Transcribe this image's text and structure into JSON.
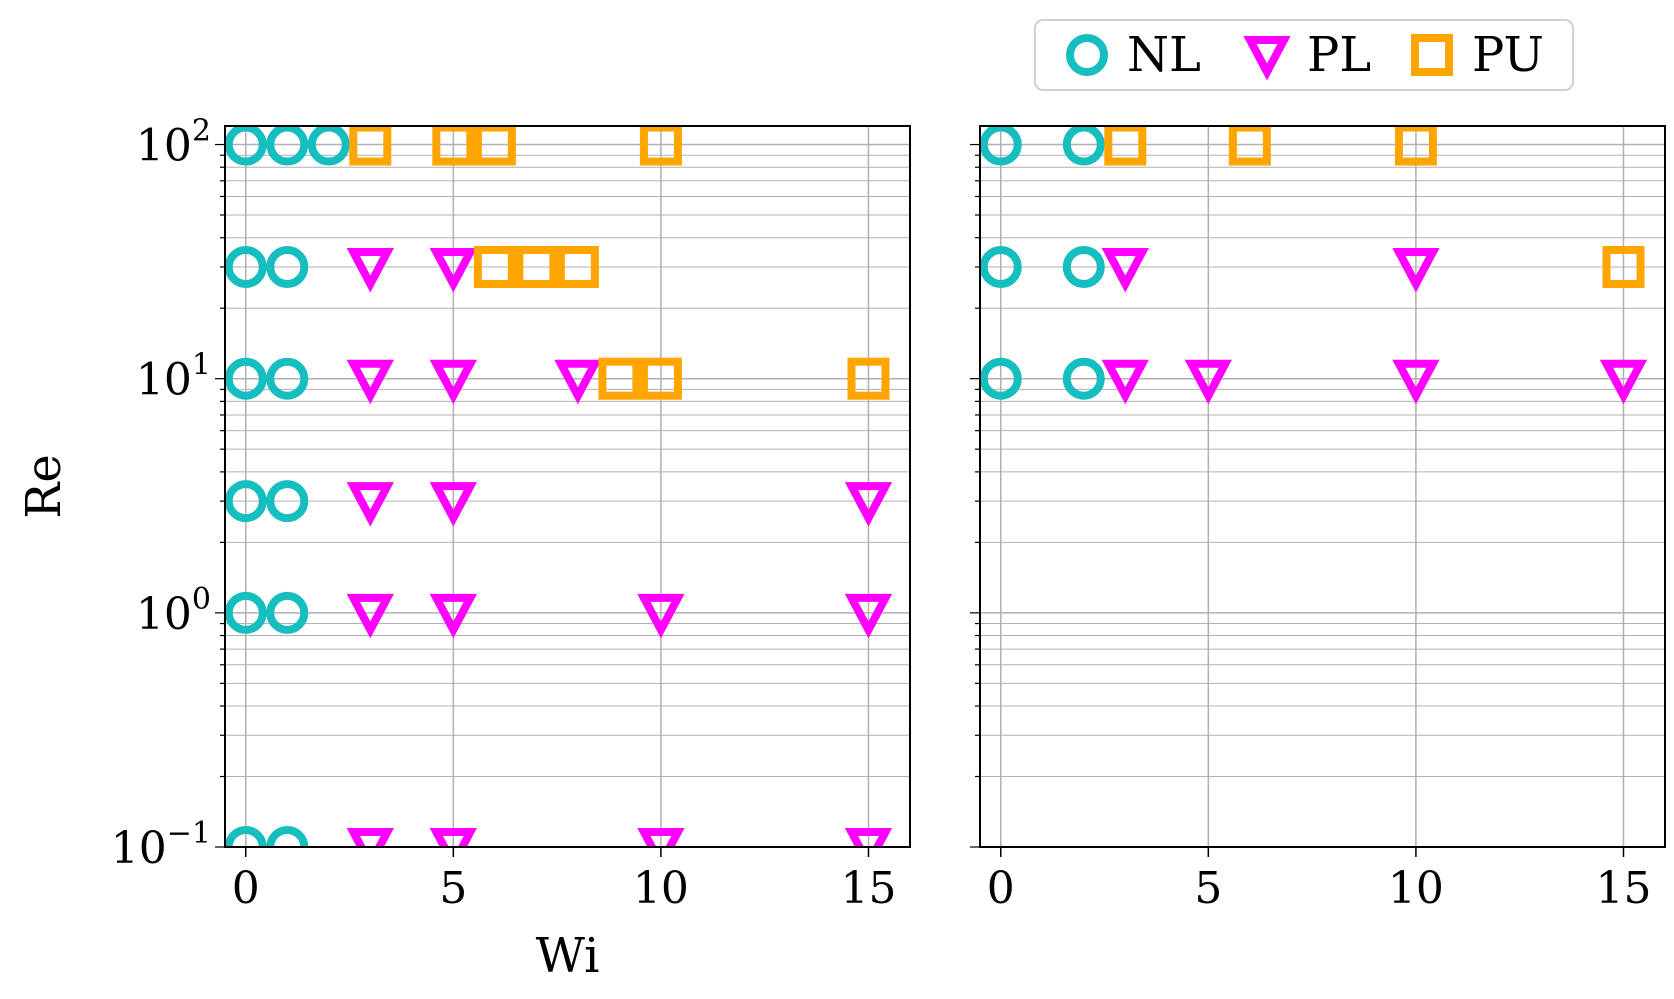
{
  "colors": {
    "NL": "#17BEBF",
    "PL": "#FF00FF",
    "PU": "#FFA500",
    "grid": "#B0B0B0",
    "axis": "#000000"
  },
  "legend": {
    "placement": "top-right",
    "entries": [
      {
        "key": "NL",
        "label": "NL",
        "marker": "circle-icon"
      },
      {
        "key": "PL",
        "label": "PL",
        "marker": "triangle-down-icon"
      },
      {
        "key": "PU",
        "label": "PU",
        "marker": "square-icon"
      }
    ]
  },
  "chart_data": [
    {
      "type": "scatter",
      "xlabel": "Wi",
      "ylabel": "Re",
      "xlim": [
        -0.5,
        16
      ],
      "ylim": [
        0.1,
        120
      ],
      "yscale": "log",
      "grid": true,
      "xticks": [
        0,
        5,
        10,
        15
      ],
      "xtick_labels": [
        "0",
        "5",
        "10",
        "15"
      ],
      "yticks": [
        0.1,
        1,
        10,
        100
      ],
      "ytick_labels": [
        {
          "base": "10",
          "exp": "−1"
        },
        {
          "base": "10",
          "exp": "0"
        },
        {
          "base": "10",
          "exp": "1"
        },
        {
          "base": "10",
          "exp": "2"
        }
      ],
      "series": [
        {
          "name": "NL",
          "marker": "circle",
          "points": [
            [
              0,
              100
            ],
            [
              1,
              100
            ],
            [
              2,
              100
            ],
            [
              0,
              30
            ],
            [
              1,
              30
            ],
            [
              0,
              10
            ],
            [
              1,
              10
            ],
            [
              0,
              3
            ],
            [
              1,
              3
            ],
            [
              0,
              1
            ],
            [
              1,
              1
            ],
            [
              0,
              0.1
            ],
            [
              1,
              0.1
            ]
          ]
        },
        {
          "name": "PL",
          "marker": "triangle-down",
          "points": [
            [
              3,
              30
            ],
            [
              5,
              30
            ],
            [
              3,
              10
            ],
            [
              5,
              10
            ],
            [
              8,
              10
            ],
            [
              3,
              3
            ],
            [
              5,
              3
            ],
            [
              15,
              3
            ],
            [
              3,
              1
            ],
            [
              5,
              1
            ],
            [
              10,
              1
            ],
            [
              15,
              1
            ],
            [
              3,
              0.1
            ],
            [
              5,
              0.1
            ],
            [
              10,
              0.1
            ],
            [
              15,
              0.1
            ]
          ]
        },
        {
          "name": "PU",
          "marker": "square",
          "points": [
            [
              3,
              100
            ],
            [
              5,
              100
            ],
            [
              6,
              100
            ],
            [
              10,
              100
            ],
            [
              6,
              30
            ],
            [
              7,
              30
            ],
            [
              8,
              30
            ],
            [
              9,
              10
            ],
            [
              10,
              10
            ],
            [
              15,
              10
            ]
          ]
        }
      ]
    },
    {
      "type": "scatter",
      "xlabel": "",
      "ylabel": "",
      "xlim": [
        -0.5,
        16
      ],
      "ylim": [
        0.1,
        120
      ],
      "yscale": "log",
      "grid": true,
      "xticks": [
        0,
        5,
        10,
        15
      ],
      "xtick_labels": [
        "0",
        "5",
        "10",
        "15"
      ],
      "yticks": [
        0.1,
        1,
        10,
        100
      ],
      "ytick_labels": [],
      "series": [
        {
          "name": "NL",
          "marker": "circle",
          "points": [
            [
              0,
              100
            ],
            [
              2,
              100
            ],
            [
              0,
              30
            ],
            [
              2,
              30
            ],
            [
              0,
              10
            ],
            [
              2,
              10
            ]
          ]
        },
        {
          "name": "PL",
          "marker": "triangle-down",
          "points": [
            [
              3,
              30
            ],
            [
              10,
              30
            ],
            [
              3,
              10
            ],
            [
              5,
              10
            ],
            [
              10,
              10
            ],
            [
              15,
              10
            ]
          ]
        },
        {
          "name": "PU",
          "marker": "square",
          "points": [
            [
              3,
              100
            ],
            [
              6,
              100
            ],
            [
              10,
              100
            ],
            [
              15,
              30
            ]
          ]
        }
      ]
    }
  ]
}
